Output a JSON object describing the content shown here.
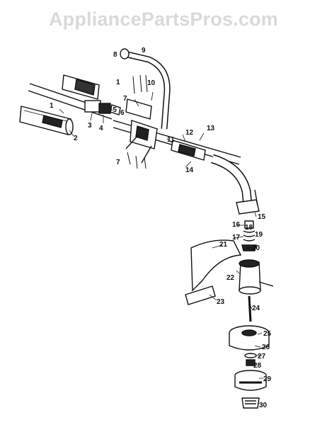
{
  "watermark": "AppliancePartsPros.com",
  "callouts": [
    {
      "id": "c1a",
      "text": "1"
    },
    {
      "id": "c1b",
      "text": "1"
    },
    {
      "id": "c2",
      "text": "2"
    },
    {
      "id": "c3",
      "text": "3"
    },
    {
      "id": "c4",
      "text": "4"
    },
    {
      "id": "c5",
      "text": "-5"
    },
    {
      "id": "c6",
      "text": "6"
    },
    {
      "id": "c7a",
      "text": "7"
    },
    {
      "id": "c7b",
      "text": "7"
    },
    {
      "id": "c8",
      "text": "8"
    },
    {
      "id": "c9",
      "text": "9"
    },
    {
      "id": "c10",
      "text": "10"
    },
    {
      "id": "c11",
      "text": "11"
    },
    {
      "id": "c12",
      "text": "12"
    },
    {
      "id": "c13",
      "text": "13"
    },
    {
      "id": "c14",
      "text": "14"
    },
    {
      "id": "c15",
      "text": "15"
    },
    {
      "id": "c16",
      "text": "16"
    },
    {
      "id": "c17",
      "text": "17"
    },
    {
      "id": "c18",
      "text": "18"
    },
    {
      "id": "c19",
      "text": "19"
    },
    {
      "id": "c20",
      "text": "20"
    },
    {
      "id": "c21",
      "text": "21"
    },
    {
      "id": "c22",
      "text": "22"
    },
    {
      "id": "c23",
      "text": "23"
    },
    {
      "id": "c24",
      "text": "24"
    },
    {
      "id": "c25",
      "text": "25"
    },
    {
      "id": "c26",
      "text": "26"
    },
    {
      "id": "c27",
      "text": "27"
    },
    {
      "id": "c28",
      "text": "28"
    },
    {
      "id": "c29",
      "text": "29"
    },
    {
      "id": "c30",
      "text": "30"
    }
  ]
}
